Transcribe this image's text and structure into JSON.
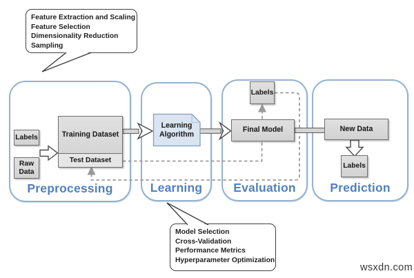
{
  "diagram_title": "machine-learning-pipeline",
  "stages": [
    {
      "label": "Preprocessing"
    },
    {
      "label": "Learning"
    },
    {
      "label": "Evaluation"
    },
    {
      "label": "Prediction"
    }
  ],
  "nodes": {
    "labels_pre": "Labels",
    "raw_data": "Raw Data",
    "training_dataset": "Training Dataset",
    "test_dataset": "Test Dataset",
    "learning_algorithm": "Learning Algorithm",
    "final_model": "Final Model",
    "labels_eval": "Labels",
    "new_data": "New Data",
    "labels_pred": "Labels"
  },
  "callouts": {
    "top": {
      "lines": [
        "Feature Extraction and Scaling",
        "Feature Selection",
        "Dimensionality Reduction",
        "Sampling"
      ]
    },
    "bottom": {
      "lines": [
        "Model Selection",
        "Cross-Validation",
        "Performance Metrics",
        "Hyperparameter Optimization"
      ]
    }
  },
  "watermark": "wsxdn.com",
  "colors": {
    "stage_label_blue": "#4f81bd",
    "panel_border_blue": "#93b2d1",
    "node_fill_gray": "#d9d9d9",
    "algorithm_fill_blue": "#dbe5f1",
    "dashed_line_gray": "#9b9b9b",
    "callout_border": "#3f3f3f"
  }
}
